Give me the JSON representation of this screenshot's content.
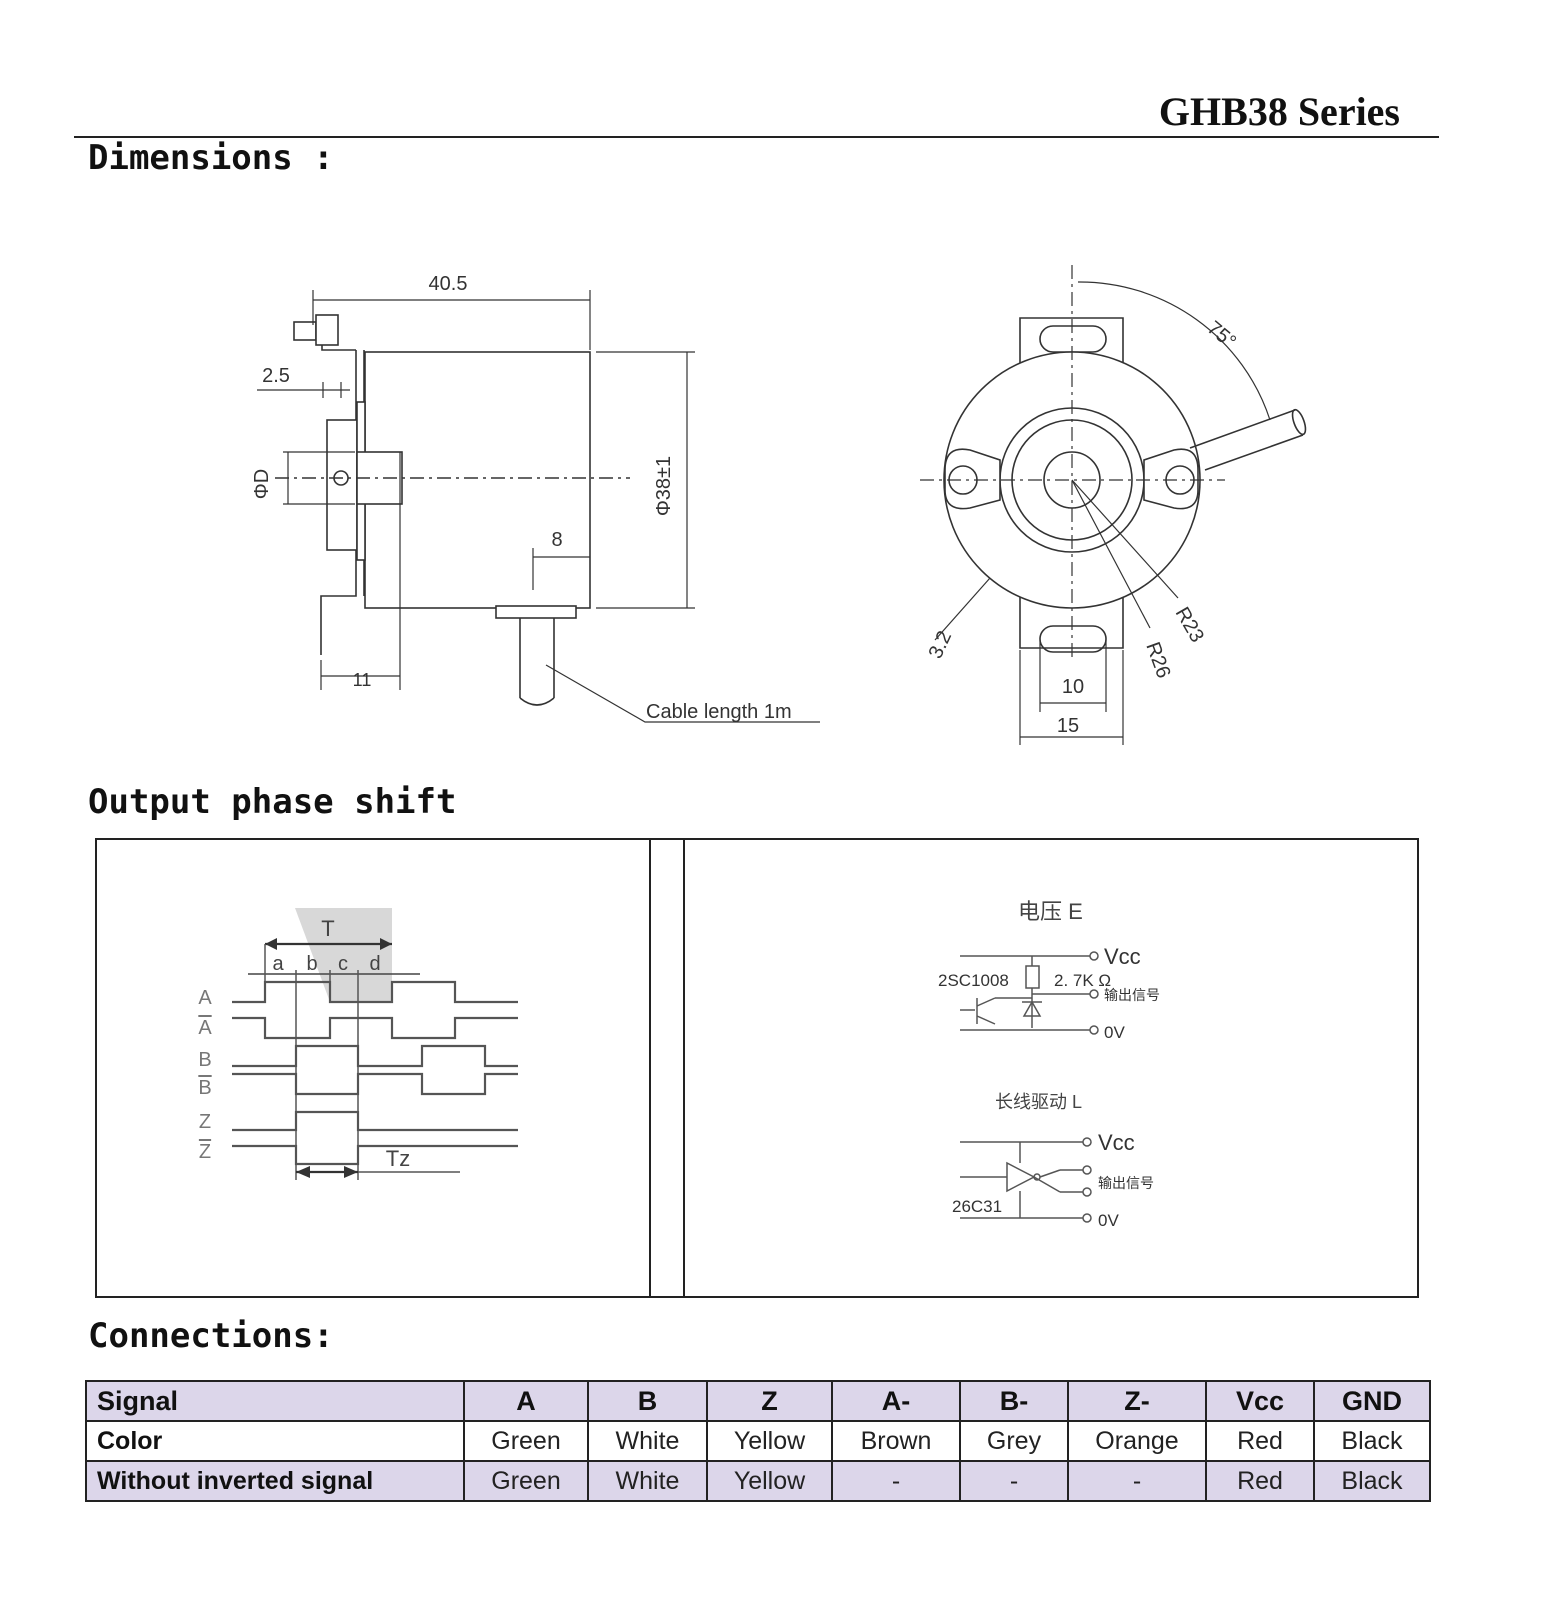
{
  "header": {
    "series_title": "GHB38 Series"
  },
  "sections": {
    "dimensions": "Dimensions :",
    "phase": "Output phase shift",
    "connections": "Connections:"
  },
  "side_view": {
    "dim_length": "40.5",
    "dim_flange": "2.5",
    "dim_shaft": "ΦD",
    "dim_diameter": "Φ38±1",
    "dim_cable_offset": "8",
    "dim_base": "11",
    "cable_note": "Cable length 1m"
  },
  "front_view": {
    "angle": "75°",
    "r_inner": "R23",
    "r_outer": "R26",
    "dim_slot": "3.2",
    "dim_10": "10",
    "dim_15": "15"
  },
  "waveform": {
    "period": "T",
    "segments": [
      "a",
      "b",
      "c",
      "d"
    ],
    "signals": [
      "A",
      "A",
      "B",
      "B",
      "Z",
      "Z"
    ],
    "z_width": "Tz"
  },
  "circuits": {
    "voltage_title": "电压 E",
    "vcc_1": "Vcc",
    "transistor": "2SC1008",
    "resistor": "2. 7K Ω",
    "output_1": "输出信号",
    "ov_1": "0V",
    "line_driver_title": "长线驱动 L",
    "vcc_2": "Vcc",
    "output_2": "输出信号",
    "driver_ic": "26C31",
    "ov_2": "0V"
  },
  "connections": {
    "header": [
      "Signal",
      "A",
      "B",
      "Z",
      "A-",
      "B-",
      "Z-",
      "Vcc",
      "GND"
    ],
    "rows": [
      {
        "label": "Color",
        "cells": [
          "Green",
          "White",
          "Yellow",
          "Brown",
          "Grey",
          "Orange",
          "Red",
          "Black"
        ]
      },
      {
        "label": "Without inverted signal",
        "cells": [
          "Green",
          "White",
          "Yellow",
          "-",
          "-",
          "-",
          "Red",
          "Black"
        ]
      }
    ],
    "shade_color": "#dcd6ea"
  }
}
